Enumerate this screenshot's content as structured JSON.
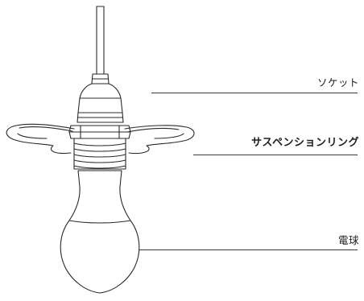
{
  "labels": {
    "socket": "ソケット",
    "suspension_ring": "サスペンションリング",
    "bulb": "電球"
  },
  "colors": {
    "line": "#2a2a2a",
    "background": "#ffffff"
  }
}
